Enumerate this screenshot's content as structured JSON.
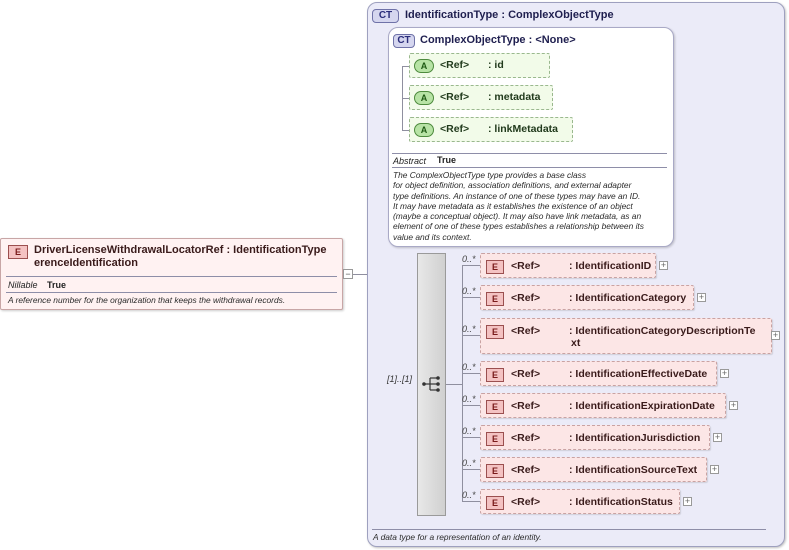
{
  "root_element": {
    "badge": "E",
    "name_line1": "DriverLicenseWithdrawalLocatorRef : IdentificationType",
    "name_line2": "erenceIdentification",
    "prop_key": "Nillable",
    "prop_value": "True",
    "documentation": "A reference number for the organization that keeps the withdrawal records.",
    "collapse_symbol": "−"
  },
  "complex_type": {
    "badge": "CT",
    "title": "IdentificationType : ComplexObjectType",
    "documentation": "A data type for a representation of an identity.",
    "base_type": {
      "badge": "CT",
      "title": "ComplexObjectType : <None>",
      "attributes": [
        {
          "badge": "A",
          "ref": "<Ref>",
          "name": ": id"
        },
        {
          "badge": "A",
          "ref": "<Ref>",
          "name": ": metadata"
        },
        {
          "badge": "A",
          "ref": "<Ref>",
          "name": ": linkMetadata"
        }
      ],
      "prop_key": "Abstract",
      "prop_value": "True",
      "documentation_lines": [
        "The ComplexObjectType type provides a base class",
        "for object definition, association definitions, and external adapter",
        "type definitions. An instance of one of these types may have an ID.",
        "It may have metadata as it establishes the existence of an object",
        "(maybe a conceptual object). It may also have link metadata, as an",
        "element of one of these types establishes a relationship between its",
        "value and its context."
      ]
    },
    "sequence": {
      "occurrence": "[1]..[1]",
      "elements": [
        {
          "badge": "E",
          "occurs": "0..*",
          "ref": "<Ref>",
          "name": ": IdentificationID",
          "name2": ""
        },
        {
          "badge": "E",
          "occurs": "0..*",
          "ref": "<Ref>",
          "name": ": IdentificationCategory",
          "name2": ""
        },
        {
          "badge": "E",
          "occurs": "0..*",
          "ref": "<Ref>",
          "name": ": IdentificationCategoryDescriptionTe",
          "name2": "xt"
        },
        {
          "badge": "E",
          "occurs": "0..*",
          "ref": "<Ref>",
          "name": ": IdentificationEffectiveDate",
          "name2": ""
        },
        {
          "badge": "E",
          "occurs": "0..*",
          "ref": "<Ref>",
          "name": ": IdentificationExpirationDate",
          "name2": ""
        },
        {
          "badge": "E",
          "occurs": "0..*",
          "ref": "<Ref>",
          "name": ": IdentificationJurisdiction",
          "name2": ""
        },
        {
          "badge": "E",
          "occurs": "0..*",
          "ref": "<Ref>",
          "name": ": IdentificationSourceText",
          "name2": ""
        },
        {
          "badge": "E",
          "occurs": "0..*",
          "ref": "<Ref>",
          "name": ": IdentificationStatus",
          "name2": ""
        }
      ],
      "expand_symbol": "+"
    }
  }
}
